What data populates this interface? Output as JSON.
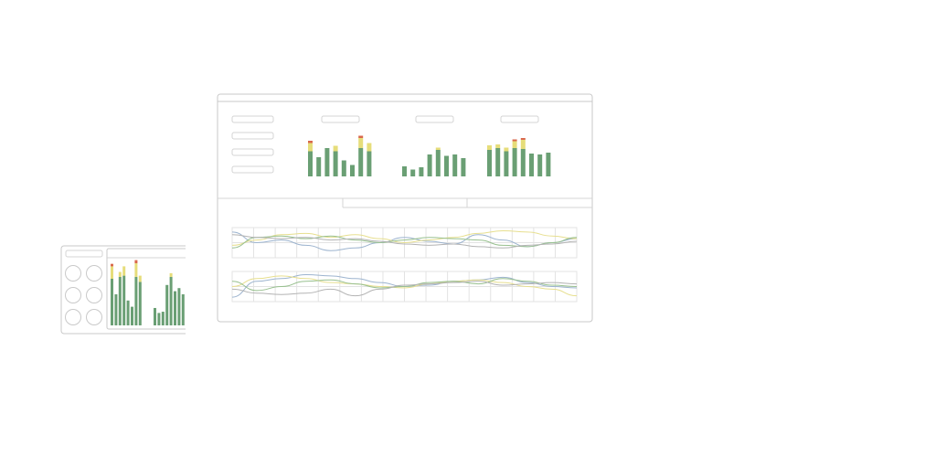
{
  "colors": {
    "frame": "#c9c9c9",
    "placeholder": "#d4d4d4",
    "grid": "#e3e3e3",
    "bar_base": "#6a9f74",
    "bar_mid": "#e6dd7a",
    "bar_top": "#d9684c",
    "line_blue": "#9db4cf",
    "line_yellow": "#e7df8f",
    "line_green": "#98c08f",
    "line_gray": "#b3b3b3"
  },
  "large_window": {
    "bar_groups": [
      {
        "name": "group-1",
        "bars": [
          [
            0.55,
            0.18,
            0.05
          ],
          [
            0.42,
            0,
            0
          ],
          [
            0.62,
            0,
            0
          ],
          [
            0.55,
            0.12,
            0
          ],
          [
            0.35,
            0,
            0
          ],
          [
            0.25,
            0,
            0
          ],
          [
            0.62,
            0.22,
            0.05
          ],
          [
            0.55,
            0.18,
            0
          ]
        ]
      },
      {
        "name": "group-2",
        "bars": [
          [
            0.22,
            0,
            0
          ],
          [
            0.15,
            0,
            0
          ],
          [
            0.2,
            0,
            0
          ],
          [
            0.48,
            0,
            0
          ],
          [
            0.58,
            0.05,
            0
          ],
          [
            0.45,
            0,
            0
          ],
          [
            0.48,
            0,
            0
          ],
          [
            0.4,
            0,
            0
          ]
        ]
      },
      {
        "name": "group-3",
        "bars": [
          [
            0.58,
            0.1,
            0
          ],
          [
            0.62,
            0.08,
            0
          ],
          [
            0.55,
            0.08,
            0
          ],
          [
            0.62,
            0.15,
            0.04
          ],
          [
            0.6,
            0.2,
            0.04
          ],
          [
            0.5,
            0,
            0
          ],
          [
            0.48,
            0,
            0
          ],
          [
            0.52,
            0,
            0
          ]
        ]
      }
    ],
    "line_panels": [
      {
        "name": "line-panel-1",
        "series": [
          {
            "color": "line_blue",
            "values": [
              0.1,
              0.5,
              0.4,
              0.6,
              0.8,
              0.7,
              0.5,
              0.3,
              0.45,
              0.55,
              0.2,
              0.4,
              0.65,
              0.5,
              0.35
            ]
          },
          {
            "color": "line_yellow",
            "values": [
              0.6,
              0.4,
              0.2,
              0.15,
              0.3,
              0.2,
              0.35,
              0.5,
              0.4,
              0.3,
              0.15,
              0.05,
              0.1,
              0.25,
              0.35
            ]
          },
          {
            "color": "line_green",
            "values": [
              0.7,
              0.3,
              0.25,
              0.35,
              0.25,
              0.4,
              0.5,
              0.4,
              0.3,
              0.35,
              0.4,
              0.6,
              0.65,
              0.5,
              0.3
            ]
          },
          {
            "color": "line_gray",
            "values": [
              0.2,
              0.3,
              0.35,
              0.3,
              0.4,
              0.35,
              0.45,
              0.55,
              0.6,
              0.55,
              0.65,
              0.7,
              0.6,
              0.55,
              0.45
            ]
          }
        ]
      },
      {
        "name": "line-panel-2",
        "series": [
          {
            "color": "line_blue",
            "values": [
              0.9,
              0.3,
              0.2,
              0.05,
              0.1,
              0.2,
              0.35,
              0.5,
              0.45,
              0.3,
              0.25,
              0.15,
              0.35,
              0.5,
              0.55
            ]
          },
          {
            "color": "line_yellow",
            "values": [
              0.5,
              0.2,
              0.1,
              0.2,
              0.35,
              0.4,
              0.5,
              0.55,
              0.4,
              0.3,
              0.25,
              0.35,
              0.5,
              0.6,
              0.85
            ]
          },
          {
            "color": "line_green",
            "values": [
              0.3,
              0.65,
              0.5,
              0.3,
              0.25,
              0.4,
              0.55,
              0.5,
              0.35,
              0.3,
              0.4,
              0.2,
              0.3,
              0.45,
              0.5
            ]
          },
          {
            "color": "line_gray",
            "values": [
              0.6,
              0.75,
              0.8,
              0.75,
              0.6,
              0.85,
              0.6,
              0.45,
              0.4,
              0.35,
              0.3,
              0.45,
              0.4,
              0.35,
              0.4
            ]
          }
        ]
      }
    ]
  },
  "small_window": {
    "circle_count": 6,
    "bar_groups": [
      {
        "name": "group-1",
        "bars": [
          [
            0.75,
            0.2,
            0.04
          ],
          [
            0.5,
            0,
            0
          ],
          [
            0.78,
            0.08,
            0
          ],
          [
            0.8,
            0.15,
            0
          ],
          [
            0.4,
            0,
            0
          ],
          [
            0.3,
            0,
            0
          ],
          [
            0.78,
            0.22,
            0.05
          ],
          [
            0.7,
            0.1,
            0
          ]
        ]
      },
      {
        "name": "group-2",
        "bars": [
          [
            0.28,
            0,
            0
          ],
          [
            0.2,
            0,
            0
          ],
          [
            0.22,
            0,
            0
          ],
          [
            0.65,
            0,
            0
          ],
          [
            0.78,
            0.06,
            0
          ],
          [
            0.55,
            0,
            0
          ],
          [
            0.6,
            0,
            0
          ],
          [
            0.5,
            0,
            0
          ]
        ]
      }
    ]
  }
}
